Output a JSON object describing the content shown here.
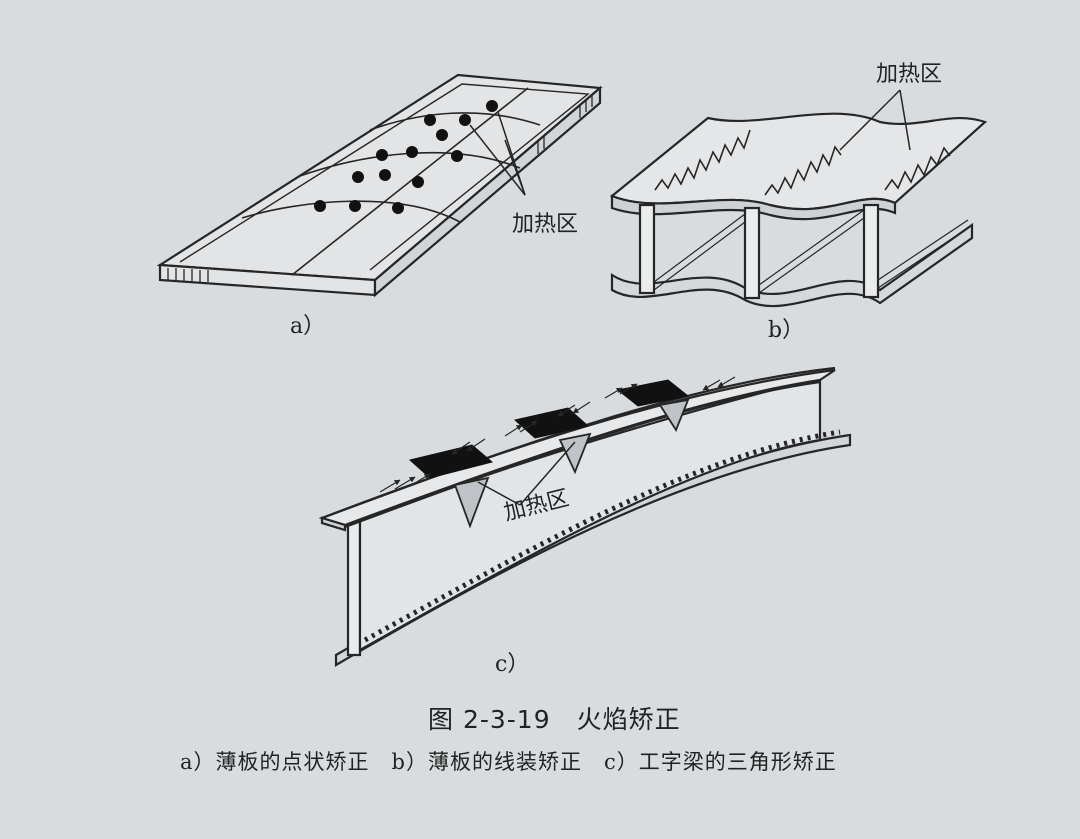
{
  "panels": {
    "a": {
      "label": "a）",
      "heat_label": "加热区"
    },
    "b": {
      "label": "b）",
      "heat_label": "加热区"
    },
    "c": {
      "label": "c）",
      "heat_label": "加热区"
    }
  },
  "caption": {
    "title": "图 2-3-19　火焰矫正",
    "legend": "a）薄板的点状矫正　b）薄板的线装矫正　c）工字梁的三角形矫正"
  },
  "colors": {
    "line": "#262626",
    "background": "#d9dcdf",
    "fill": "#111111"
  }
}
